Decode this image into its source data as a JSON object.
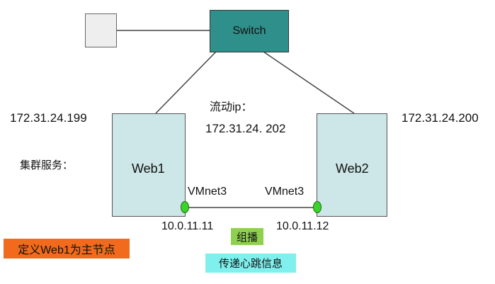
{
  "diagram": {
    "switch_label": "Switch",
    "host_left_ip": "172.31.24.199",
    "host_right_ip": "172.31.24.200",
    "floating_ip_label": "流动ip：",
    "floating_ip": "172.31.24. 202",
    "cluster_service_label": "集群服务：",
    "web1_label": "Web1",
    "web2_label": "Web2",
    "vmnet_left": "VMnet3",
    "vmnet_right": "VMnet3",
    "ip_left": "10.0.11.11",
    "ip_right": "10.0.11.12",
    "multicast_label": "组播",
    "heartbeat_label": "传递心跳信息",
    "primary_note": "定义Web1为主节点"
  },
  "colors": {
    "switch_fill": "#2f8f8a",
    "server_fill": "#cde6e8",
    "node_fill": "#39d32a",
    "orange_badge": "#f26a1b",
    "green_badge": "#8fd14f",
    "cyan_badge": "#7ff0ee",
    "device_fill": "#eeeeee"
  }
}
